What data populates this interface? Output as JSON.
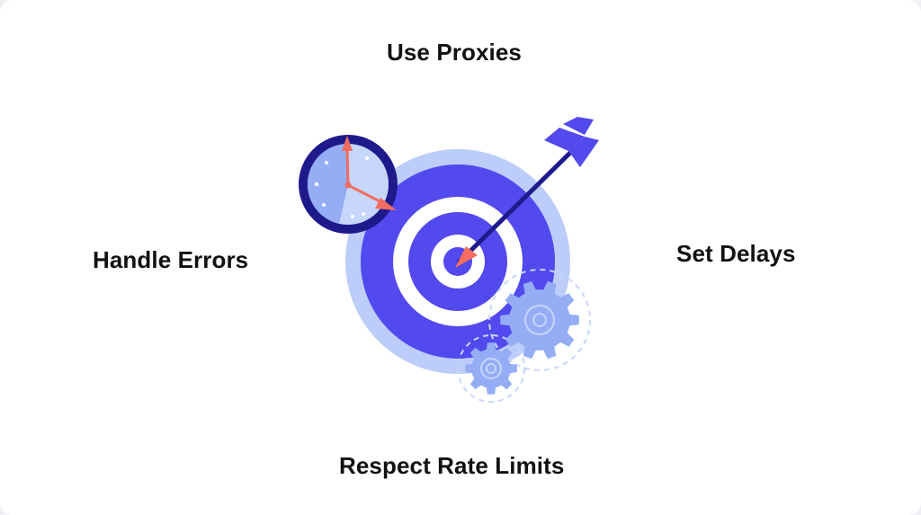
{
  "labels": {
    "top": "Use Proxies",
    "left": "Handle Errors",
    "right": "Set Delays",
    "bottom": "Respect Rate Limits"
  },
  "colors": {
    "target_outer_halo": "#bccdf9",
    "target_ring": "#5249ee",
    "target_white": "#ffffff",
    "arrow": "#1f1a8c",
    "arrow_fletching": "#5249ee",
    "arrow_tip": "#f26d5f",
    "clock_rim": "#1f1a8c",
    "clock_face_light": "#c7d6fb",
    "clock_face_dark": "#94adf5",
    "clock_hands": "#f26d5f",
    "gear": "#94adf5",
    "gear_dashes": "#c7d6fb"
  },
  "icons": [
    "target-icon",
    "arrow-icon",
    "clock-icon",
    "gear-icon"
  ]
}
